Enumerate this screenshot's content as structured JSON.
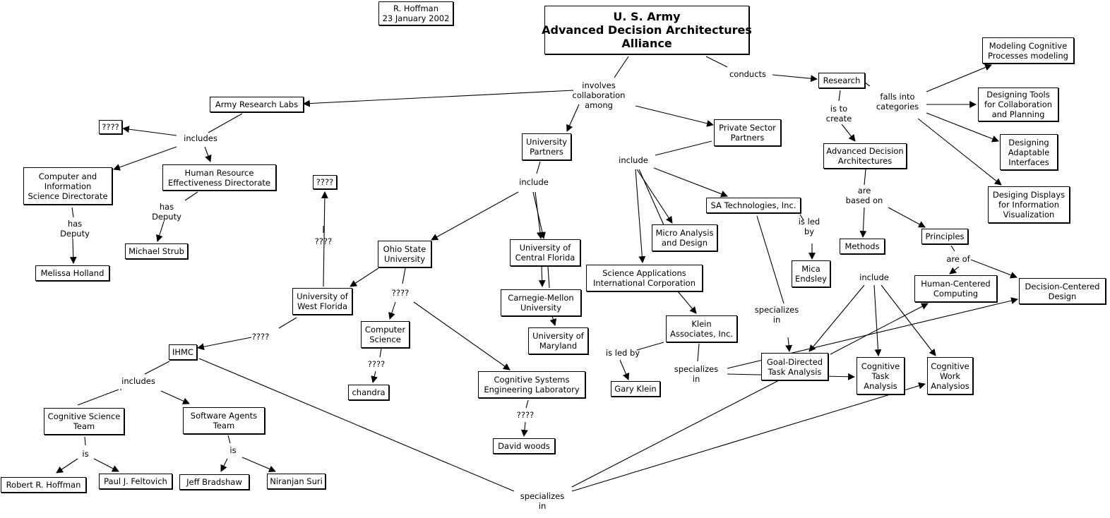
{
  "header": {
    "author": "R. Hoffman",
    "date": "23 January 2002"
  },
  "nodes": [
    {
      "id": "title",
      "text": "U. S. Army\nAdvanced Decision Architectures\nAlliance",
      "kind": "title"
    },
    {
      "id": "research",
      "text": "Research"
    },
    {
      "id": "mcp",
      "text": "Modeling Cognitive\nProcesses modeling"
    },
    {
      "id": "dtcp",
      "text": "Designing Tools\nfor Collaboration\nand Planning"
    },
    {
      "id": "dai",
      "text": "Designing\nAdaptable\nInterfaces"
    },
    {
      "id": "ddiv",
      "text": "Desiging Displays\nfor Information\nVisualization"
    },
    {
      "id": "ada",
      "text": "Advanced Decision\nArchitectures"
    },
    {
      "id": "methods",
      "text": "Methods"
    },
    {
      "id": "principles",
      "text": "Principles"
    },
    {
      "id": "hcc",
      "text": "Human-Centered\nComputing"
    },
    {
      "id": "dcd",
      "text": "Decision-Centered\nDesign"
    },
    {
      "id": "gdta",
      "text": "Goal-Directed\nTask Analysis"
    },
    {
      "id": "cta",
      "text": "Cognitive\nTask\nAnalysis"
    },
    {
      "id": "cwa",
      "text": "Cognitive\nWork\nAnalysios"
    },
    {
      "id": "arl",
      "text": "Army Research Labs"
    },
    {
      "id": "q1",
      "text": "????"
    },
    {
      "id": "cisd",
      "text": "Computer and\nInformation\nScience Directorate"
    },
    {
      "id": "hred",
      "text": "Human Resource\nEffectiveness Directorate"
    },
    {
      "id": "holland",
      "text": "Melissa Holland"
    },
    {
      "id": "strub",
      "text": "Michael Strub"
    },
    {
      "id": "q2",
      "text": "????"
    },
    {
      "id": "up",
      "text": "University\nPartners"
    },
    {
      "id": "psp",
      "text": "Private Sector\nPartners"
    },
    {
      "id": "osu",
      "text": "Ohio State\nUniversity"
    },
    {
      "id": "uwf",
      "text": "University of\nWest Florida"
    },
    {
      "id": "ihmc",
      "text": "IHMC"
    },
    {
      "id": "cs",
      "text": "Computer\nScience"
    },
    {
      "id": "chandra",
      "text": "chandra"
    },
    {
      "id": "csel",
      "text": "Cognitive Systems\nEngineering Laboratory"
    },
    {
      "id": "woods",
      "text": "David woods"
    },
    {
      "id": "ucf",
      "text": "University of\nCentral Florida"
    },
    {
      "id": "cmu",
      "text": "Carnegie-Mellon\nUniversity"
    },
    {
      "id": "umd",
      "text": "University of\nMaryland"
    },
    {
      "id": "sat",
      "text": "SA Technologies, Inc."
    },
    {
      "id": "mad",
      "text": "Micro Analysis\nand Design"
    },
    {
      "id": "saic",
      "text": "Science Applications\nInternational Corporation"
    },
    {
      "id": "klein",
      "text": "Klein\nAssociates, Inc."
    },
    {
      "id": "gklein",
      "text": "Gary Klein"
    },
    {
      "id": "endsley",
      "text": "Mica\nEndsley"
    },
    {
      "id": "cst",
      "text": "Cognitive Science\nTeam"
    },
    {
      "id": "sat2",
      "text": "Software Agents\nTeam"
    },
    {
      "id": "hoffman",
      "text": "Robert R. Hoffman"
    },
    {
      "id": "feltovich",
      "text": "Paul J. Feltovich"
    },
    {
      "id": "bradshaw",
      "text": "Jeff Bradshaw"
    },
    {
      "id": "suri",
      "text": "Niranjan Suri"
    }
  ],
  "links": [
    {
      "id": "involves",
      "text": "involves\ncollaboration\namong"
    },
    {
      "id": "conducts",
      "text": "conducts"
    },
    {
      "id": "falls",
      "text": "falls into\ncategories"
    },
    {
      "id": "istocreate",
      "text": "is to\ncreate"
    },
    {
      "id": "basedon",
      "text": "are\nbased on"
    },
    {
      "id": "minclude",
      "text": "include"
    },
    {
      "id": "areof",
      "text": "are of"
    },
    {
      "id": "arlincludes",
      "text": "includes"
    },
    {
      "id": "hasdep1",
      "text": "has\nDeputy"
    },
    {
      "id": "hasdep2",
      "text": "has\nDeputy"
    },
    {
      "id": "upinclude",
      "text": "include"
    },
    {
      "id": "pspinclude",
      "text": "include"
    },
    {
      "id": "qq_uwf",
      "text": "????"
    },
    {
      "id": "qq_osu",
      "text": "????"
    },
    {
      "id": "qq_ihmc",
      "text": "????"
    },
    {
      "id": "qq_cs",
      "text": "????"
    },
    {
      "id": "qq_csel",
      "text": "????"
    },
    {
      "id": "isledby1",
      "text": "is led\nby"
    },
    {
      "id": "spec1",
      "text": "specializes\nin"
    },
    {
      "id": "isledby2",
      "text": "is led by"
    },
    {
      "id": "spec2",
      "text": "specializes\nin"
    },
    {
      "id": "ihmcincludes",
      "text": "includes"
    },
    {
      "id": "is1",
      "text": "is"
    },
    {
      "id": "is2",
      "text": "is"
    },
    {
      "id": "spec3",
      "text": "specializes\nin"
    }
  ]
}
